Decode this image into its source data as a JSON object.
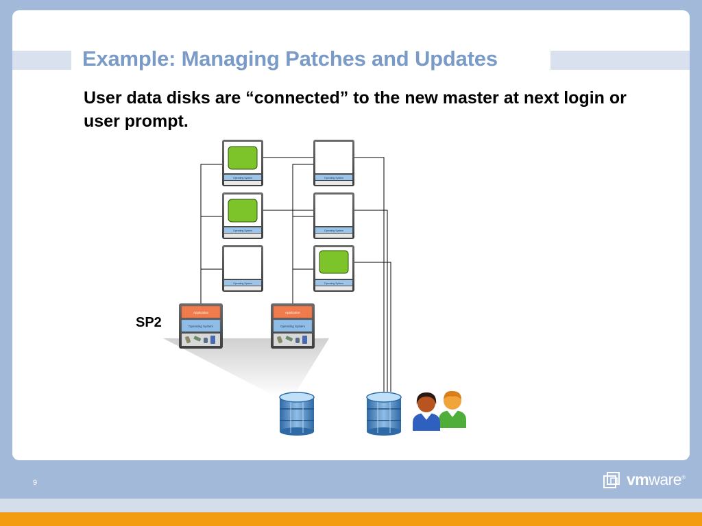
{
  "slide": {
    "title": "Example: Managing Patches and Updates",
    "body": "User data disks are “connected” to the new master at next login or user prompt.",
    "page_number": "9"
  },
  "diagram": {
    "master_label": "SP2",
    "desktop_os_label": "Operating System",
    "master_app_label": "Application",
    "master_os_label": "Operating System"
  },
  "logo": {
    "text_bold": "vm",
    "text_regular": "ware",
    "mark": "®"
  },
  "colors": {
    "background": "#a3b9d9",
    "title": "#7a9ac7",
    "accent_orange": "#f39c12",
    "user_disk_green": "#7cc42a"
  }
}
